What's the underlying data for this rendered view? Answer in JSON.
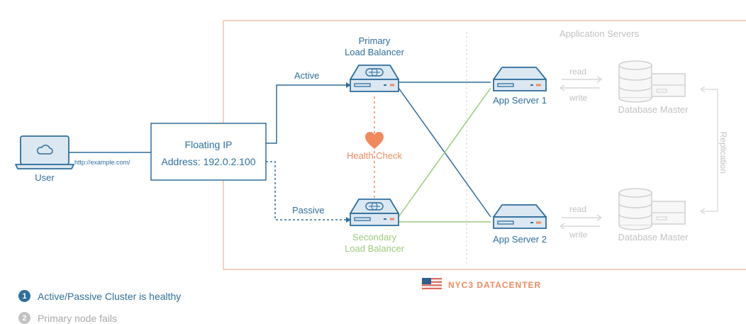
{
  "datacenter": {
    "name": "NYC3 DATACENTER",
    "section_label": "Application Servers"
  },
  "user": {
    "label": "User",
    "url": "http://example.com/"
  },
  "floating_ip": {
    "title": "Floating IP",
    "address": "Address: 192.0.2.100"
  },
  "primary_lb": {
    "line1": "Primary",
    "line2": "Load Balancer",
    "link_label": "Active"
  },
  "secondary_lb": {
    "line1": "Secondary",
    "line2": "Load Balancer",
    "link_label": "Passive"
  },
  "health_check": {
    "label": "Health Check"
  },
  "app_servers": [
    {
      "label": "App Server 1"
    },
    {
      "label": "App Server 2"
    }
  ],
  "db_links": [
    {
      "read": "read",
      "write": "write"
    },
    {
      "read": "read",
      "write": "write"
    }
  ],
  "databases": [
    {
      "label": "Database Master"
    },
    {
      "label": "Database Master"
    }
  ],
  "replication": {
    "label": "Replication"
  },
  "steps": [
    {
      "number": "1",
      "text": "Active/Passive Cluster is healthy"
    },
    {
      "number": "2",
      "text": "Primary node fails"
    }
  ],
  "colors": {
    "accent_blue": "#2f6f9e",
    "lb_fill": "#dbe7f1",
    "health_orange": "#f08a5d",
    "passive_green": "#9ccc7c",
    "datacenter_border": "#f2c3a7",
    "inactive_gray": "#c8c8c8"
  }
}
